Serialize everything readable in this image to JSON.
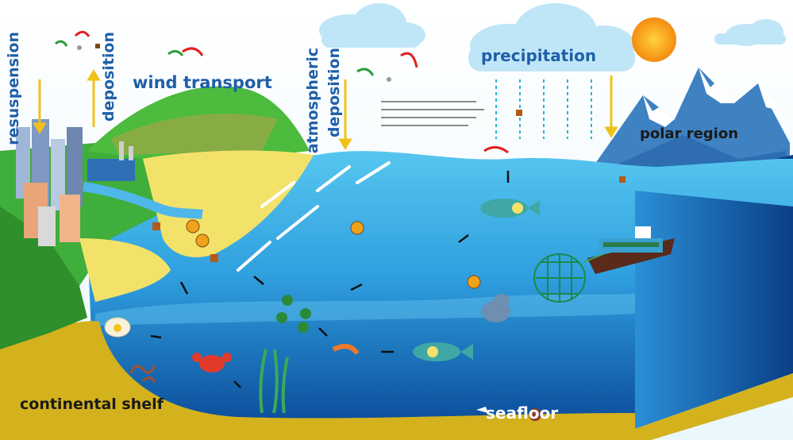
{
  "labels": {
    "resuspension": "resuspension",
    "deposition": "deposition",
    "wind_transport": "wind transport",
    "atmospheric": "atmospheric",
    "atmospheric_deposition": "deposition",
    "precipitation": "precipitation",
    "polar_region": "polar region",
    "continental_shelf": "continental shelf",
    "seafloor": "seafloor"
  },
  "colors": {
    "label_blue": "#1f5fa8",
    "ocean_surface": "#3fb6e8",
    "ocean_deep": "#0d4f9e",
    "sediment": "#d4b21e",
    "land_green": "#3fae3a",
    "beach": "#f3e26a",
    "arrow_yellow": "#f2c21a",
    "sun": "#f7a21a"
  }
}
